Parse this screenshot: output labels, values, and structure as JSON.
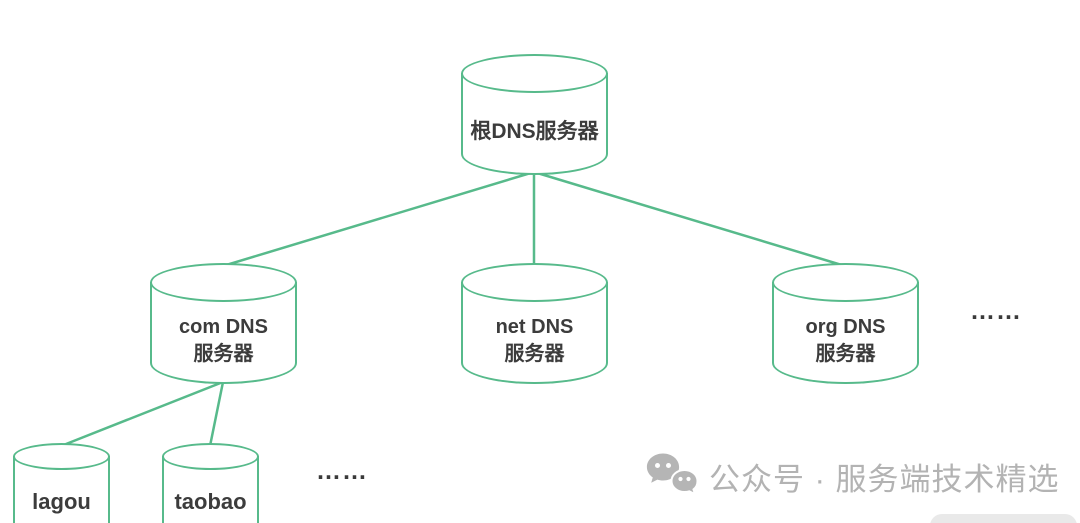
{
  "diagram": {
    "nodes": {
      "root": {
        "label": "根DNS服务器"
      },
      "com": {
        "line1": "com DNS",
        "line2": "服务器"
      },
      "net": {
        "line1": "net DNS",
        "line2": "服务器"
      },
      "org": {
        "line1": "org DNS",
        "line2": "服务器"
      },
      "lagou": {
        "label": "lagou"
      },
      "taobao": {
        "label": "taobao"
      }
    },
    "tld_ellipsis": "……",
    "domain_ellipsis": "……",
    "colors": {
      "stroke_green": "#57ba8b",
      "label_text": "#3c3c3c",
      "ellipsis_text": "#3a3a3a"
    }
  },
  "watermark": {
    "icon": "wechat-icon",
    "text": "公众号 · 服务端技术精选",
    "color": "#b3b3b3",
    "pill_color": "#e9e9e9"
  }
}
